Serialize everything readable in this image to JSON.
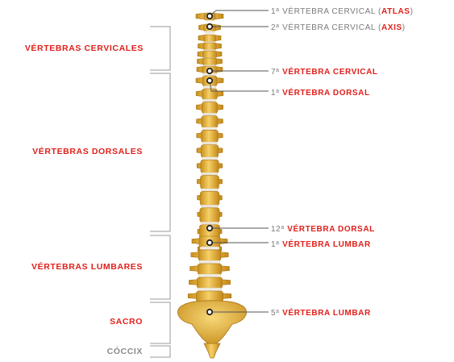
{
  "regions": [
    {
      "label": "VÉRTEBRAS CERVICALES",
      "color": "#e0201b"
    },
    {
      "label": "VÉRTEBRAS DORSALES",
      "color": "#e0201b"
    },
    {
      "label": "VÉRTEBRAS LUMBARES",
      "color": "#e0201b"
    },
    {
      "label": "SACRO",
      "color": "#e0201b"
    },
    {
      "label": "CÓCCIX",
      "color": "#8a8a8a"
    }
  ],
  "callouts": [
    {
      "num": "1",
      "sup": "a",
      "gray": "VÉRTEBRA CERVICAL (",
      "red": "ATLAS",
      "tail": ")"
    },
    {
      "num": "2",
      "sup": "a",
      "gray": "VÉRTEBRA CERVICAL (",
      "red": "AXIS",
      "tail": ")"
    },
    {
      "num": "7",
      "sup": "a",
      "gray": "",
      "red": "VÉRTEBRA CERVICAL",
      "tail": ""
    },
    {
      "num": "1",
      "sup": "a",
      "gray": "",
      "red": "VÉRTEBRA DORSAL",
      "tail": ""
    },
    {
      "num": "12",
      "sup": "a",
      "gray": "",
      "red": "VÉRTEBRA DORSAL",
      "tail": ""
    },
    {
      "num": "1",
      "sup": "a",
      "gray": "",
      "red": "VÉRTEBRA LUMBAR",
      "tail": ""
    },
    {
      "num": "5",
      "sup": "a",
      "gray": "",
      "red": "VÉRTEBRA LUMBAR",
      "tail": ""
    }
  ],
  "colors": {
    "accent": "#e0201b",
    "muted": "#8a8a8a",
    "bone": "#e9b73a",
    "bone_dark": "#b8821a",
    "disc": "#f1ece0",
    "bracket": "#9a9a9a"
  }
}
